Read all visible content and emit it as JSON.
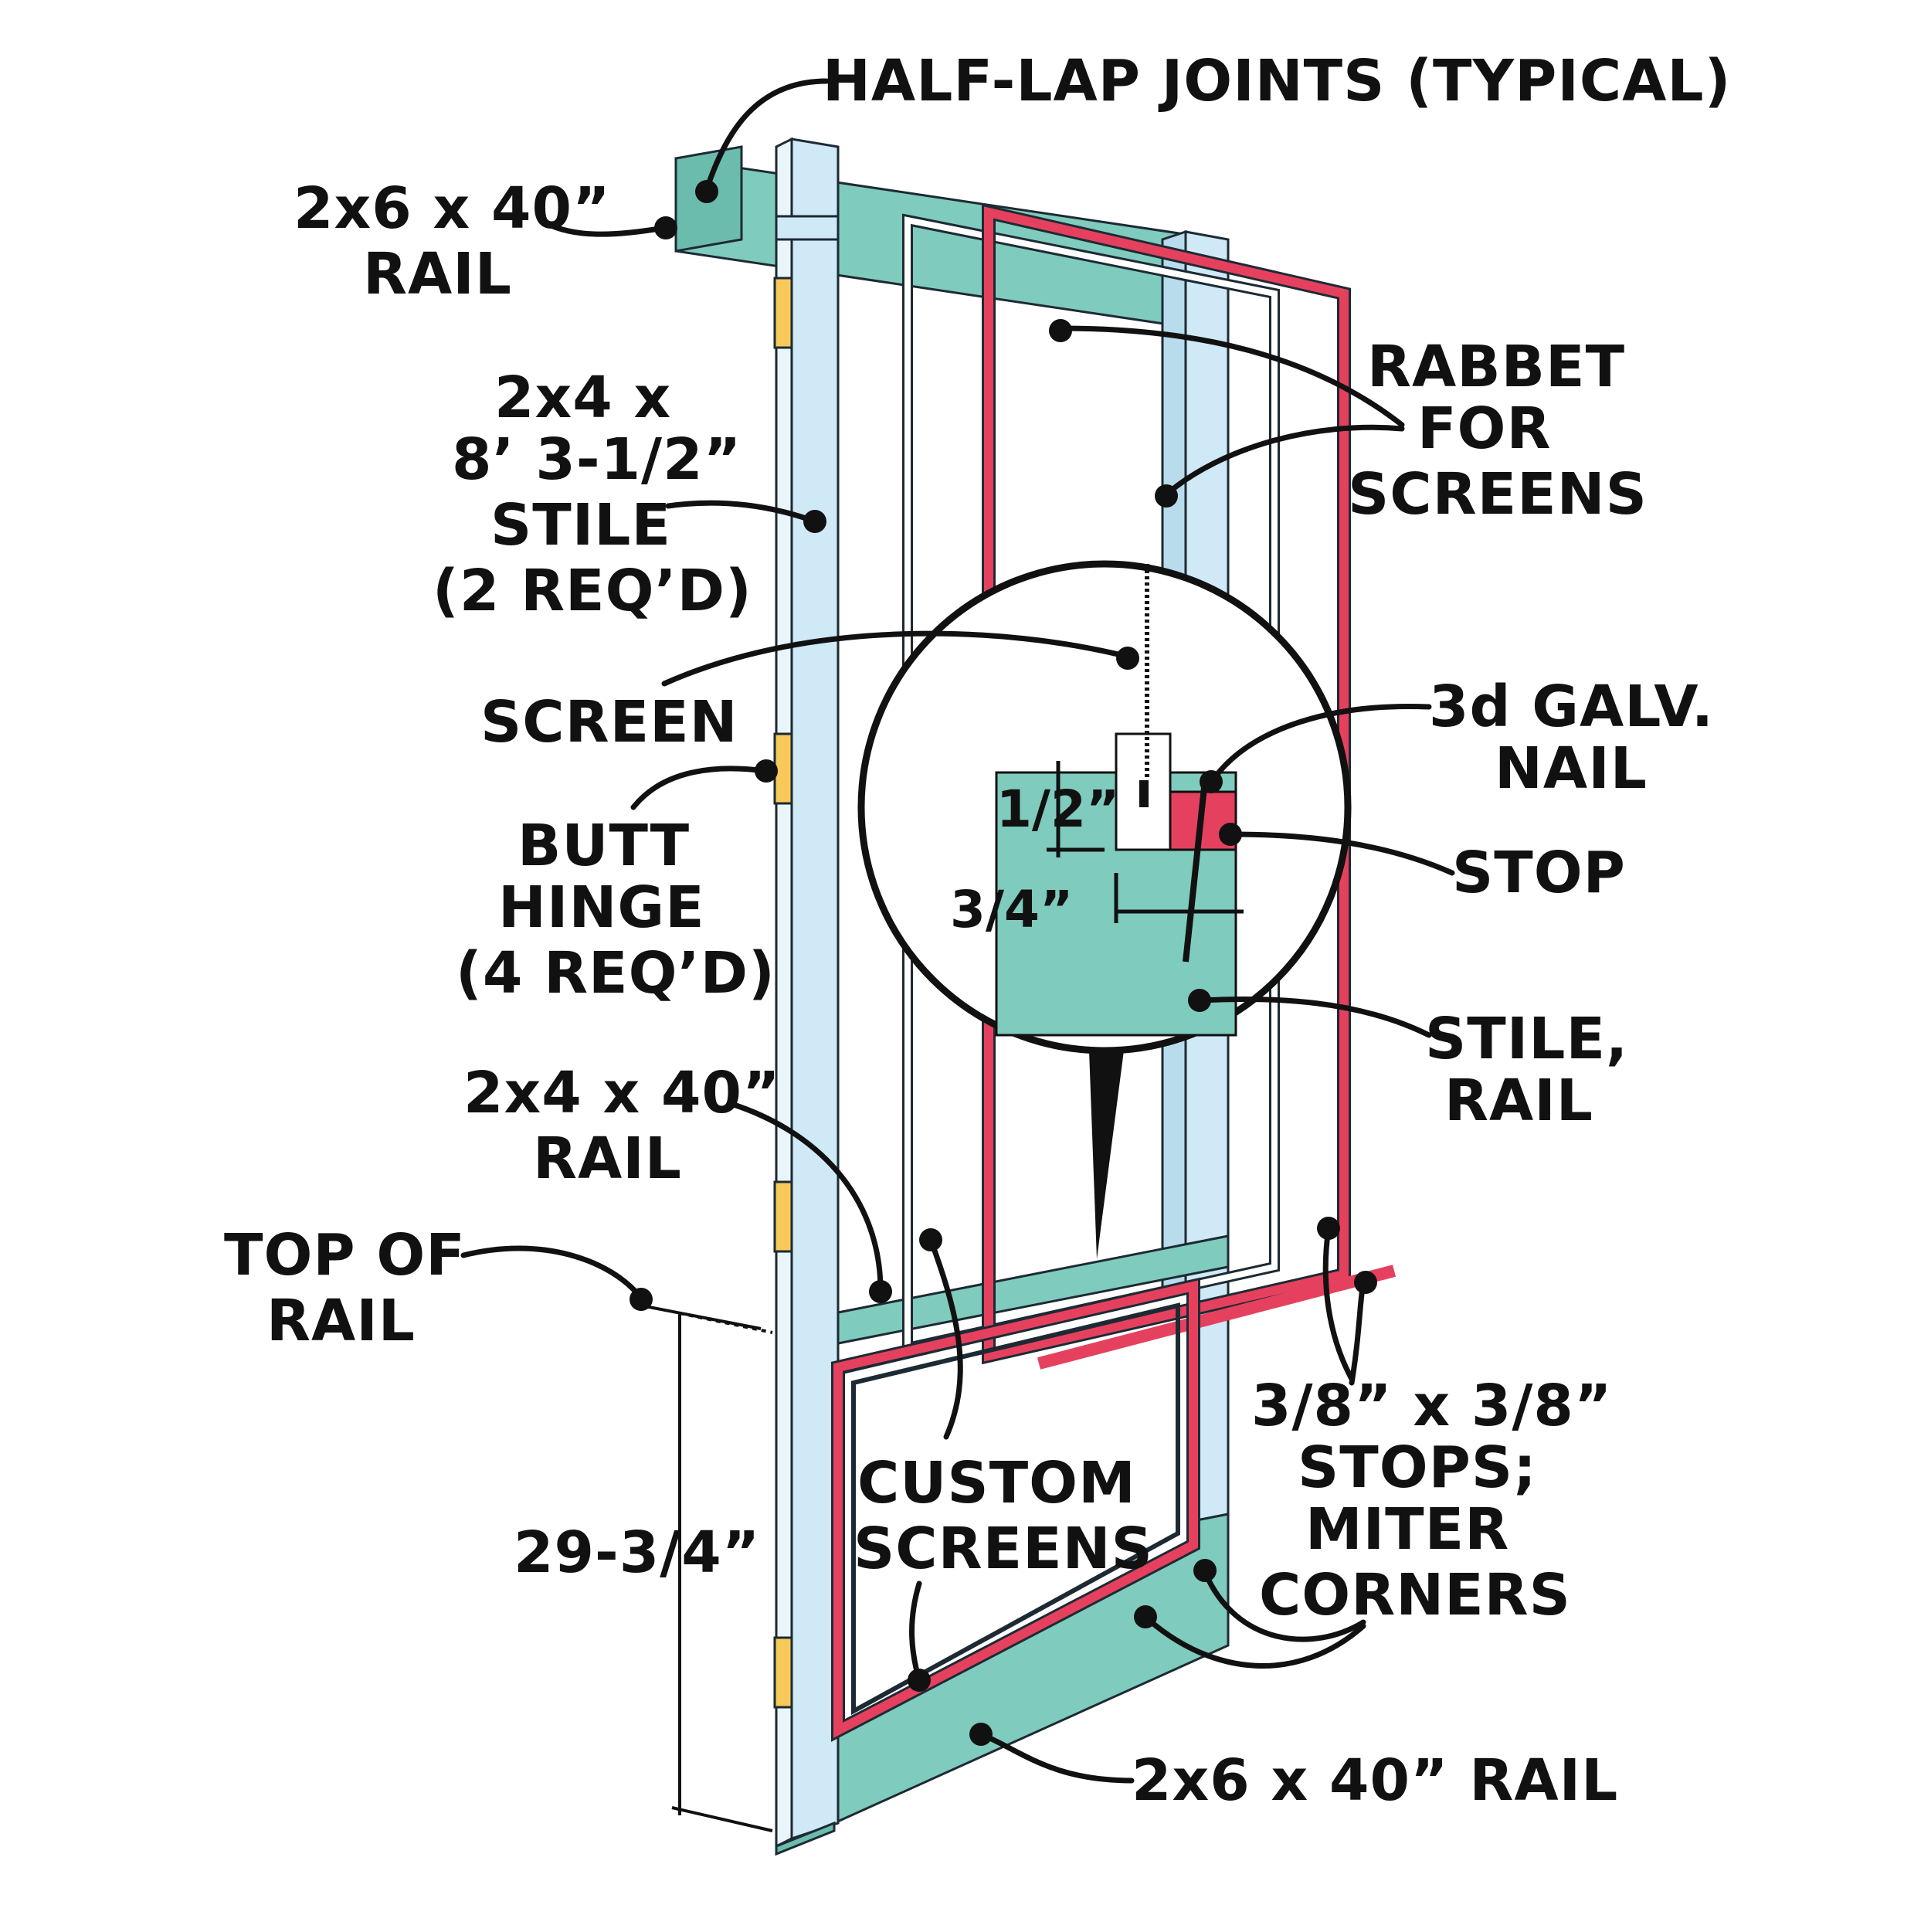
{
  "colors": {
    "stile": "#cfe9f7",
    "rail": "#7fcbbd",
    "stop": "#e5415f",
    "hinge": "#f7c85a",
    "screen_frame": "#ffffff",
    "ink": "#111111"
  },
  "labels": {
    "half_lap": "HALF-LAP JOINTS (TYPICAL)",
    "top_rail_1": "2x6 x 40”",
    "top_rail_2": "RAIL",
    "stile_1": "2x4 x",
    "stile_2": "8’ 3-1/2”",
    "stile_3": "STILE",
    "stile_4": "(2 REQ’D)",
    "screen": "SCREEN",
    "hinge_1": "BUTT",
    "hinge_2": "HINGE",
    "hinge_3": "(4 REQ’D)",
    "mid_rail_1": "2x4 x 40”",
    "mid_rail_2": "RAIL",
    "top_of_rail_1": "TOP OF",
    "top_of_rail_2": "RAIL",
    "height_dim": "29-3/4”",
    "custom_1": "CUSTOM",
    "custom_2": "SCREENS",
    "rabbet_1": "RABBET",
    "rabbet_2": "FOR",
    "rabbet_3": "SCREENS",
    "nail_1": "3d GALV.",
    "nail_2": "NAIL",
    "stop": "STOP",
    "stile_rail_1": "STILE,",
    "stile_rail_2": "RAIL",
    "stops_1": "3/8” x 3/8”",
    "stops_2": "STOPS;",
    "stops_3": "MITER",
    "stops_4": "CORNERS",
    "bottom_rail": "2x6 x 40” RAIL",
    "detail_half": "1/2”",
    "detail_three_quarter": "3/4”"
  }
}
